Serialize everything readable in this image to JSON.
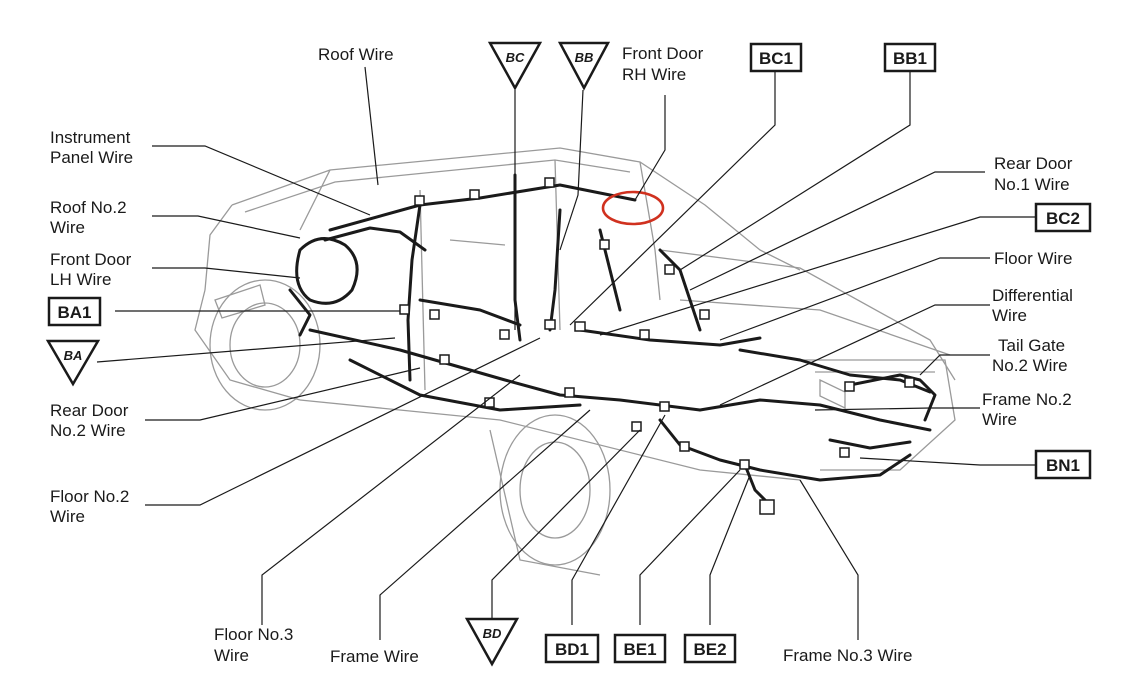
{
  "labels": {
    "roof_wire": "Roof Wire",
    "instrument_panel_wire": [
      "Instrument",
      "Panel Wire"
    ],
    "roof_no2_wire": [
      "Roof No.2",
      "Wire"
    ],
    "front_door_lh_wire": [
      "Front Door",
      "LH Wire"
    ],
    "rear_door_no2_wire": [
      "Rear Door",
      "No.2 Wire"
    ],
    "floor_no2_wire": [
      "Floor No.2",
      "Wire"
    ],
    "floor_no3_wire": [
      "Floor No.3",
      "Wire"
    ],
    "frame_wire": "Frame Wire",
    "frame_no3_wire": "Frame No.3 Wire",
    "front_door_rh_wire": [
      "Front Door",
      "RH Wire"
    ],
    "rear_door_no1_wire": [
      "Rear Door",
      "No.1 Wire"
    ],
    "floor_wire": "Floor Wire",
    "differential_wire": [
      "Differential",
      "Wire"
    ],
    "tail_gate_no2_wire": [
      "Tail Gate",
      "No.2 Wire"
    ],
    "frame_no2_wire": [
      "Frame No.2",
      "Wire"
    ]
  },
  "connector_boxes": {
    "ba1": "BA1",
    "bc1": "BC1",
    "bb1": "BB1",
    "bc2": "BC2",
    "bn1": "BN1",
    "bd1": "BD1",
    "be1": "BE1",
    "be2": "BE2"
  },
  "connector_triangles": {
    "bc": "BC",
    "bb": "BB",
    "ba": "BA",
    "bd": "BD"
  },
  "highlight_color": "#d0311f",
  "line_color": "#1a1a1a"
}
